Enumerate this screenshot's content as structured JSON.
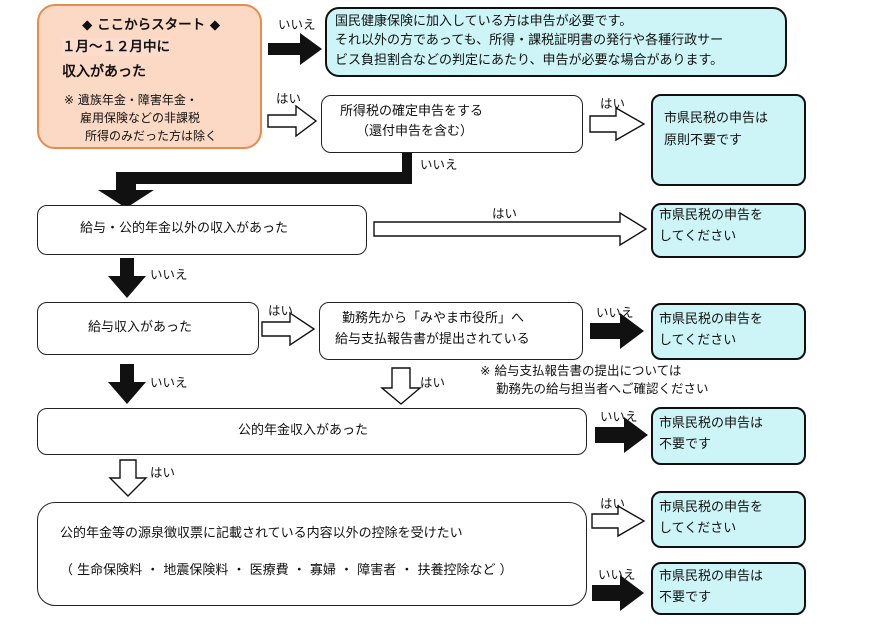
{
  "start": {
    "line1": "◆ ここからスタート ◆",
    "line2": "１月～１２月中に",
    "line3": "収入があった",
    "note1": "※ 遺族年金・障害年金・",
    "note2": "雇用保険などの非課税",
    "note3": "所得のみだった方は除く"
  },
  "nhi_box": {
    "line1": "国民健康保険に加入している方は申告が必要です。",
    "line2": "それ以外の方であっても、所得・課税証明書の発行や各種行政サー",
    "line3": "ビス負担割合などの判定にあたり、申告が必要な場合があります。"
  },
  "q_income_tax": {
    "line1": "所得税の確定申告をする",
    "line2": "（還付申告を含む）"
  },
  "q_other_income": "給与・公的年金以外の収入があった",
  "q_salary": "給与収入があった",
  "q_report": {
    "line1": "勤務先から「みやま市役所」へ",
    "line2": "給与支払報告書が提出されている"
  },
  "report_note": {
    "line1": "※ 給与支払報告書の提出については",
    "line2": "勤務先の給与担当者へご確認ください"
  },
  "q_pension": "公的年金収入があった",
  "q_deduction": {
    "line1": "公的年金等の源泉徴収票に記載されている内容以外の控除を受けたい",
    "line2": "（ 生命保険料 ・ 地震保険料 ・ 医療費 ・ 寡婦 ・ 障害者 ・ 扶養控除など ）"
  },
  "results": {
    "r1": {
      "line1": "市県民税の申告は",
      "line2": "原則不要です"
    },
    "r2": {
      "line1": "市県民税の申告を",
      "line2": "してください"
    },
    "r3": {
      "line1": "市県民税の申告を",
      "line2": "してください"
    },
    "r4": {
      "line1": "市県民税の申告は",
      "line2": "不要です"
    },
    "r5": {
      "line1": "市県民税の申告を",
      "line2": "してください"
    },
    "r6": {
      "line1": "市県民税の申告は",
      "line2": "不要です"
    }
  },
  "labels": {
    "yes": "はい",
    "no": "いいえ"
  },
  "colors": {
    "start_fill": "#fcd9c4",
    "start_border": "#e98c4a",
    "result_fill": "#cdf4f6"
  }
}
